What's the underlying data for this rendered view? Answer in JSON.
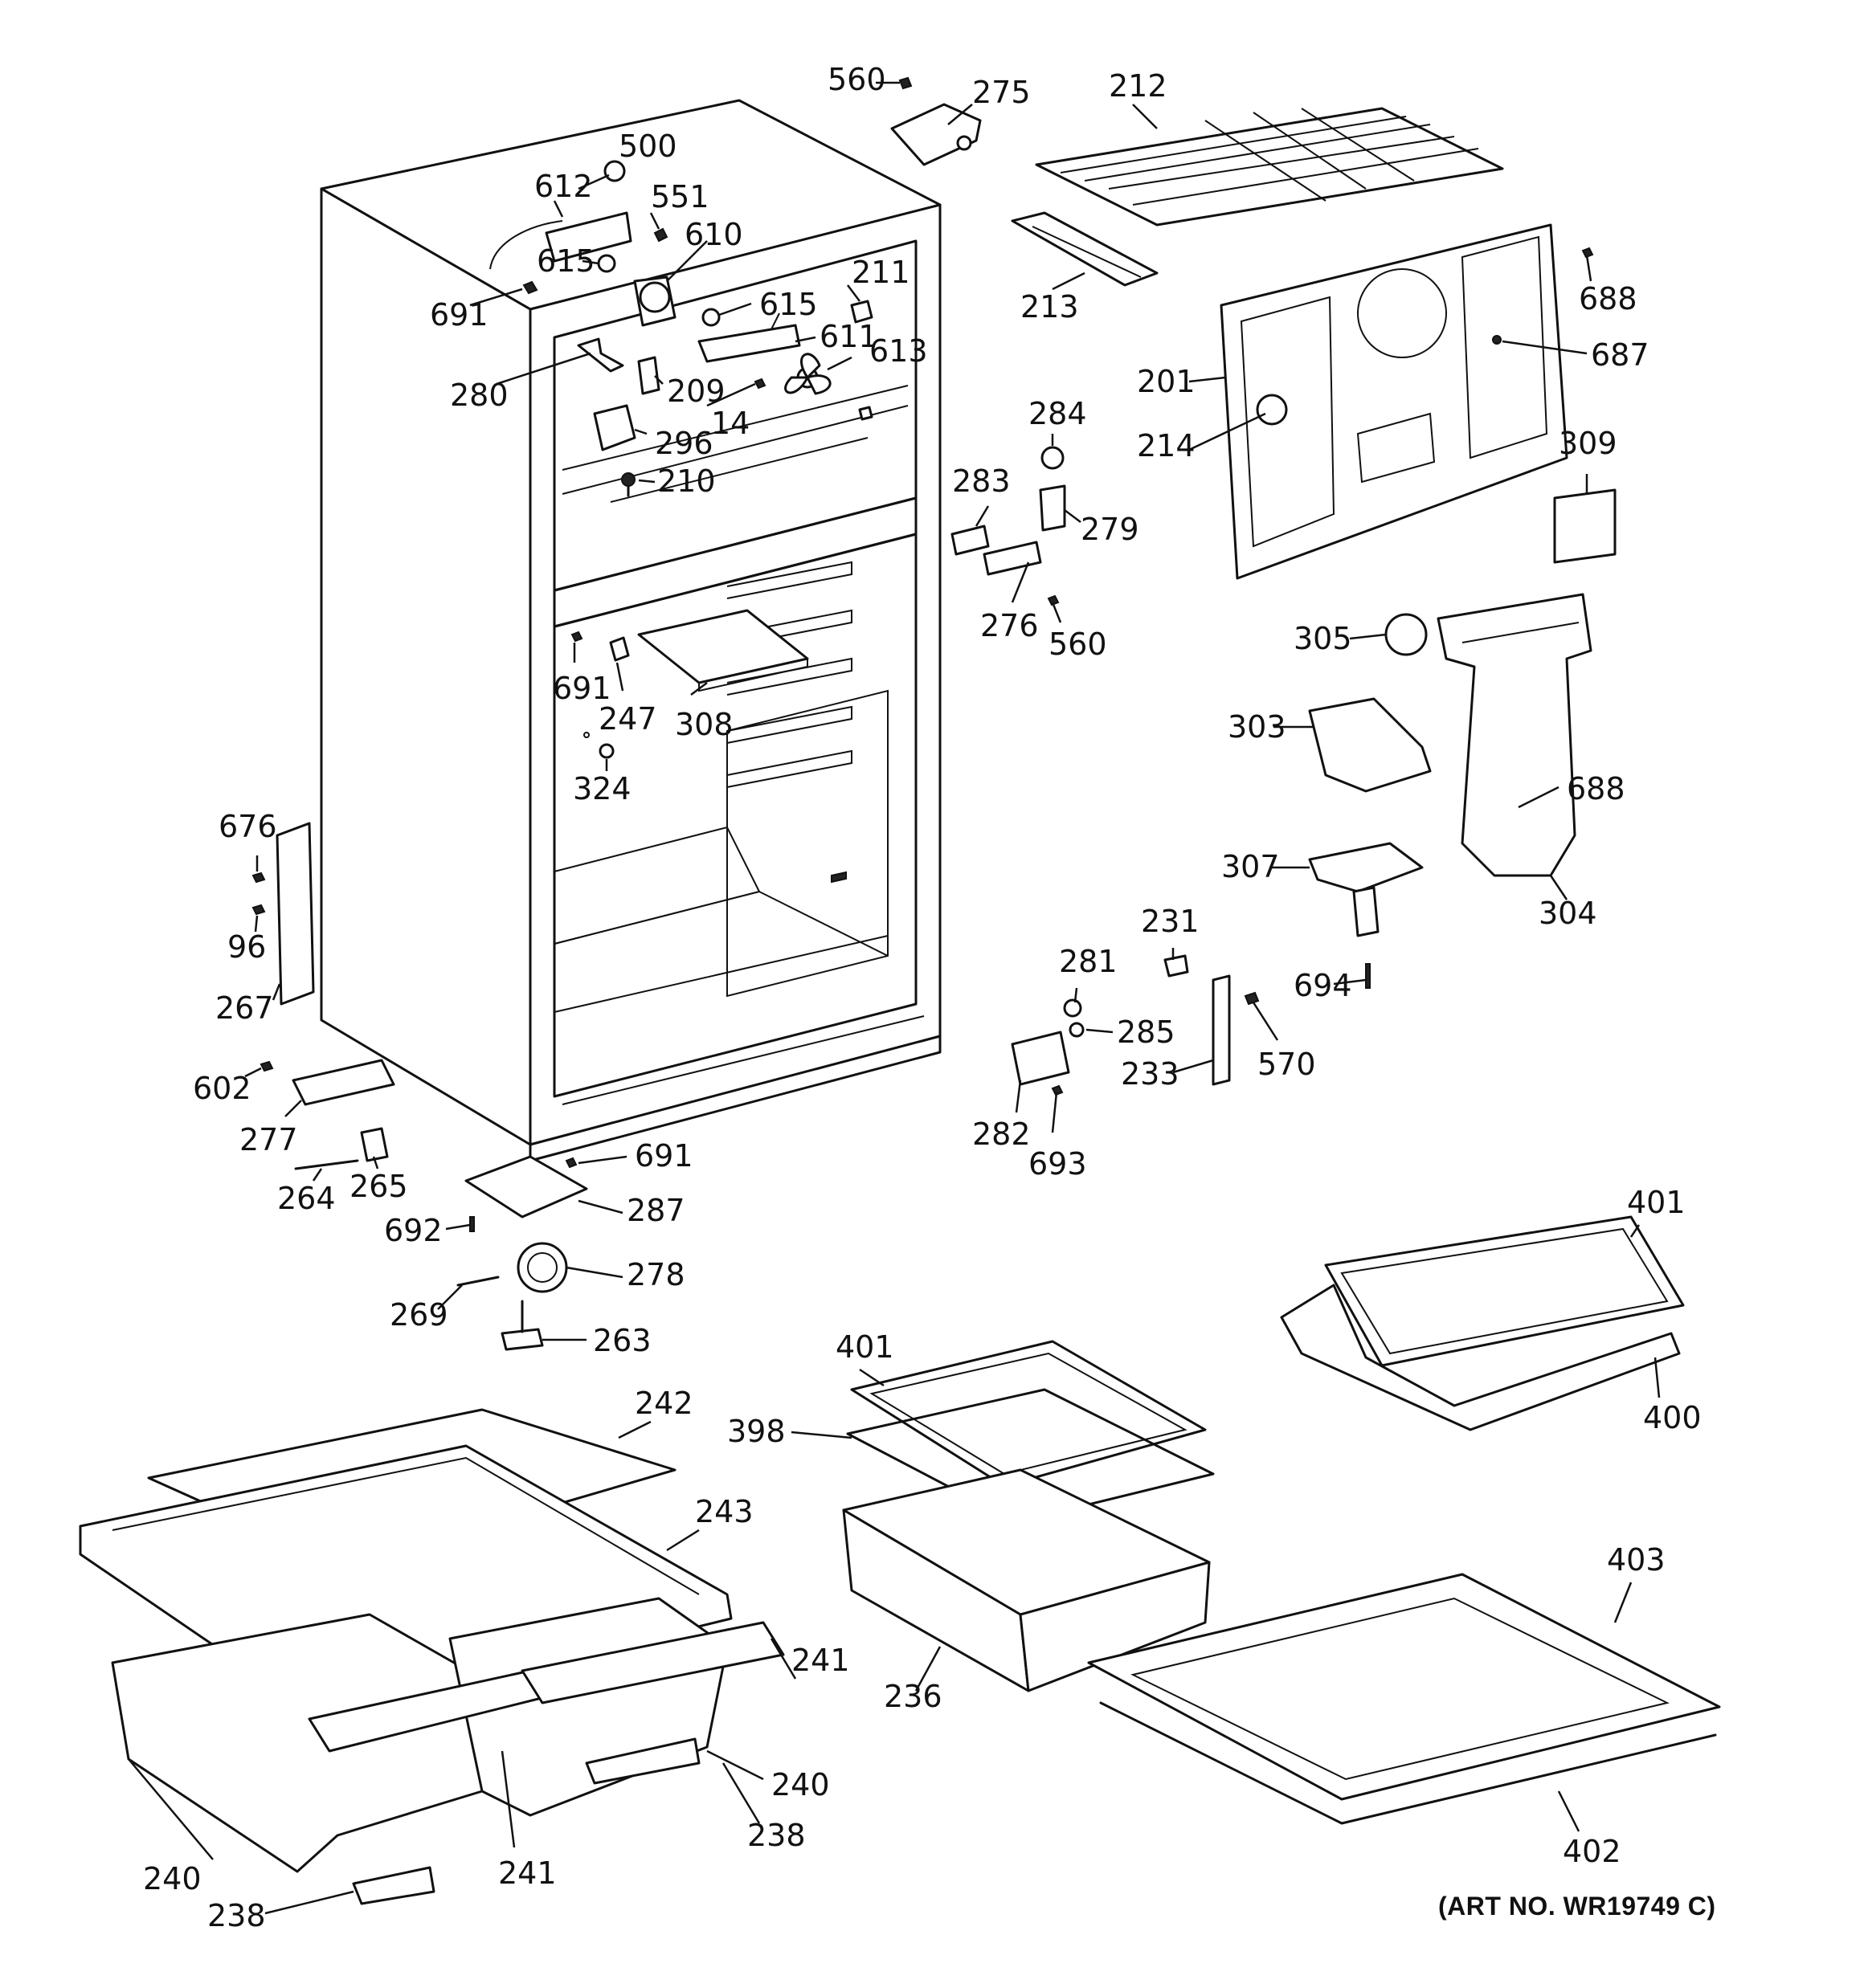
{
  "footer": {
    "art_number": "(ART NO. WR19749 C)"
  },
  "callouts": {
    "c560a": "560",
    "c275": "275",
    "c212": "212",
    "c500": "500",
    "c612": "612",
    "c551": "551",
    "c610": "610",
    "c615a": "615",
    "c691a": "691",
    "c211": "211",
    "c615b": "615",
    "c611": "611",
    "c613": "613",
    "c280": "280",
    "c209": "209",
    "c14": "14",
    "c296": "296",
    "c210": "210",
    "c213": "213",
    "c688a": "688",
    "c687": "687",
    "c201": "201",
    "c214": "214",
    "c284": "284",
    "c283": "283",
    "c279": "279",
    "c309": "309",
    "c276": "276",
    "c560b": "560",
    "c305": "305",
    "c691b": "691",
    "c247": "247",
    "c308": "308",
    "c303": "303",
    "c688b": "688",
    "c324": "324",
    "c676": "676",
    "c96": "96",
    "c307": "307",
    "c304": "304",
    "c267": "267",
    "c231": "231",
    "c281": "281",
    "c694": "694",
    "c285": "285",
    "c570": "570",
    "c233": "233",
    "c602": "602",
    "c277": "277",
    "c282": "282",
    "c693": "693",
    "c691c": "691",
    "c264": "264",
    "c265": "265",
    "c287": "287",
    "c692": "692",
    "c278": "278",
    "c269": "269",
    "c263": "263",
    "c401a": "401",
    "c401b": "401",
    "c400": "400",
    "c398": "398",
    "c242": "242",
    "c243": "243",
    "c403": "403",
    "c241a": "241",
    "c236": "236",
    "c240a": "240",
    "c238a": "238",
    "c240b": "240",
    "c241b": "241",
    "c402": "402",
    "c238b": "238"
  }
}
